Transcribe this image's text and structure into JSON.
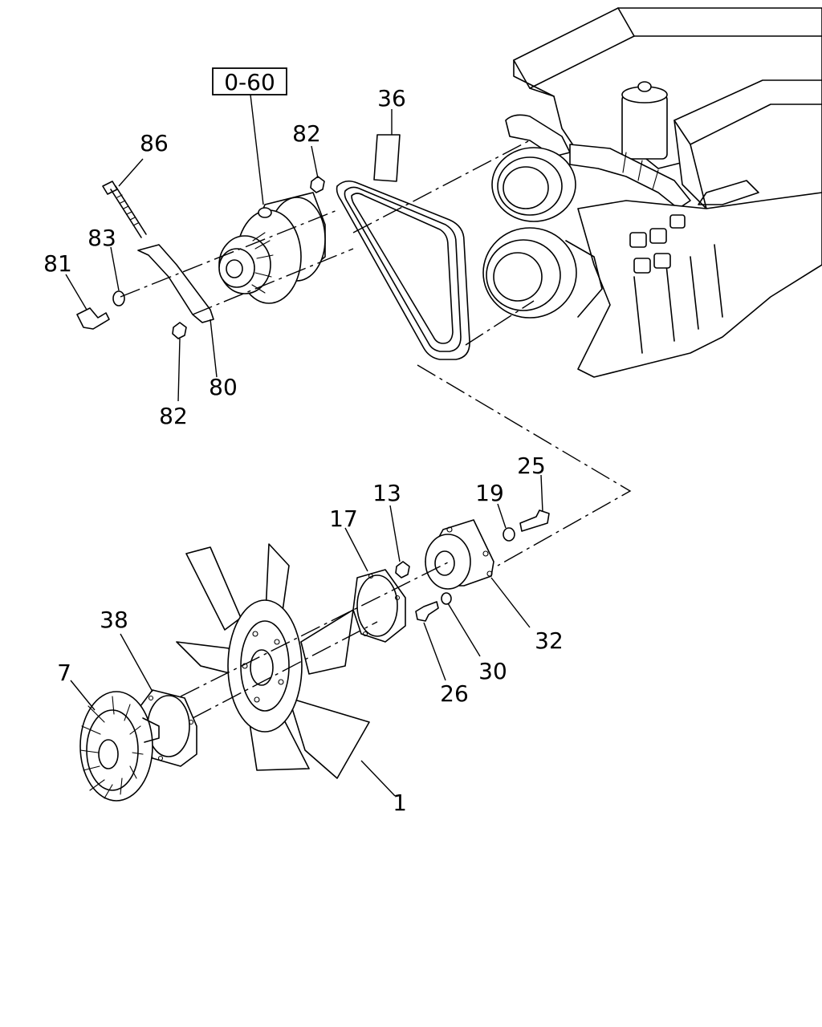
{
  "reference_ref": "0-60",
  "part_labels": {
    "p86": "86",
    "p83": "83",
    "p81": "81",
    "p82a": "82",
    "p82b": "82",
    "p80": "80",
    "p36": "36",
    "p25": "25",
    "p19": "19",
    "p13": "13",
    "p17": "17",
    "p32": "32",
    "p30": "30",
    "p26": "26",
    "p38": "38",
    "p7": "7",
    "p1": "1"
  }
}
